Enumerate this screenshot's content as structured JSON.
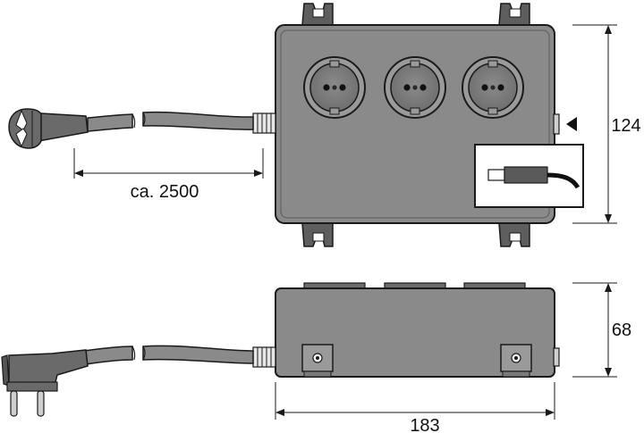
{
  "labels": {
    "cable_length": "ca. 2500",
    "height": "124",
    "depth": "68",
    "width": "183"
  },
  "colors": {
    "housing": "#8a8a8a",
    "housing_dark": "#6d6d6d",
    "outline": "#1a1a1a",
    "socket_ring": "#9a9a9a",
    "socket_face": "#7c7c7c",
    "cable": "#8a8a8a",
    "background": "#ffffff",
    "inset_background": "#ffffff"
  },
  "icons": {
    "arrow": "triangle-left-icon"
  }
}
